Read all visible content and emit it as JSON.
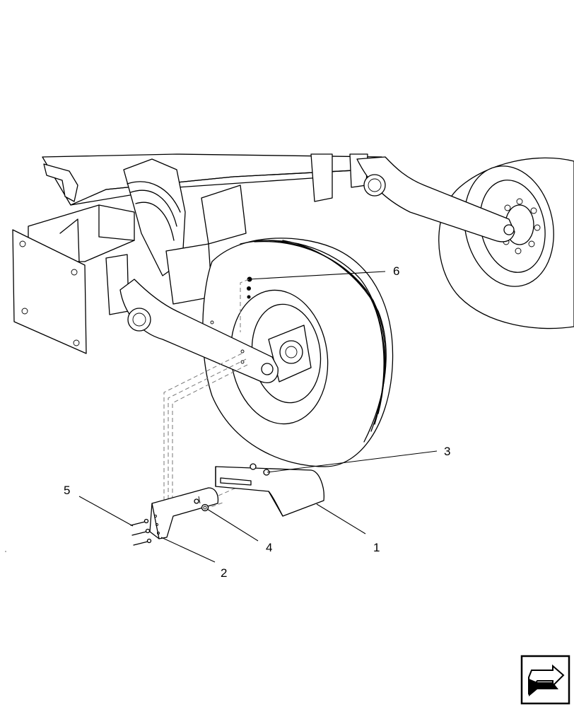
{
  "callouts": [
    {
      "id": "1",
      "label": "1"
    },
    {
      "id": "2",
      "label": "2"
    },
    {
      "id": "3",
      "label": "3"
    },
    {
      "id": "4",
      "label": "4"
    },
    {
      "id": "5",
      "label": "5"
    },
    {
      "id": "6",
      "label": "6"
    }
  ],
  "icons": {
    "nav": "return-arrow-icon"
  }
}
